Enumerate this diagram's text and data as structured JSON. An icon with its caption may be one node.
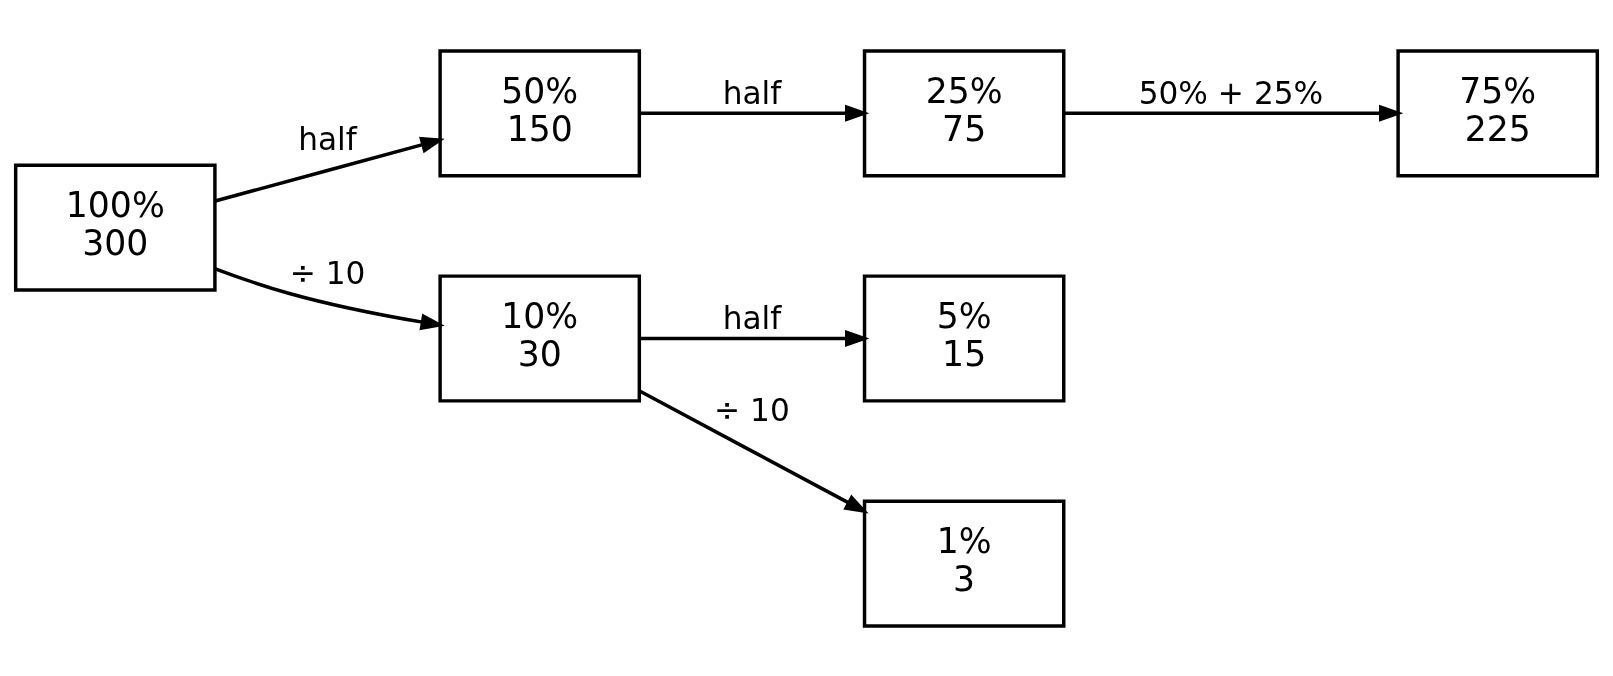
{
  "diagram": {
    "nodes": [
      {
        "text": [
          "100%",
          "300"
        ]
      },
      {
        "text": [
          "50%",
          "150"
        ]
      },
      {
        "text": [
          "25%",
          "75"
        ]
      },
      {
        "text": [
          "75%",
          "225"
        ]
      },
      {
        "text": [
          "10%",
          "30"
        ]
      },
      {
        "text": [
          "5%",
          "15"
        ]
      },
      {
        "text": [
          "1%",
          "3"
        ]
      }
    ],
    "edges": [
      {
        "from": 0,
        "to": 1,
        "arrow": "to",
        "label": "half"
      },
      {
        "from": 1,
        "to": 2,
        "arrow": "to",
        "label": "half"
      },
      {
        "from": 2,
        "to": 3,
        "arrow": "to",
        "label": "50% + 25%"
      },
      {
        "from": 0,
        "to": 4,
        "arrow": "to",
        "label": "÷ 10"
      },
      {
        "from": 4,
        "to": 5,
        "arrow": "to",
        "label": "half"
      },
      {
        "from": 4,
        "to": 6,
        "arrow": "to",
        "label": "÷ 10"
      }
    ]
  }
}
